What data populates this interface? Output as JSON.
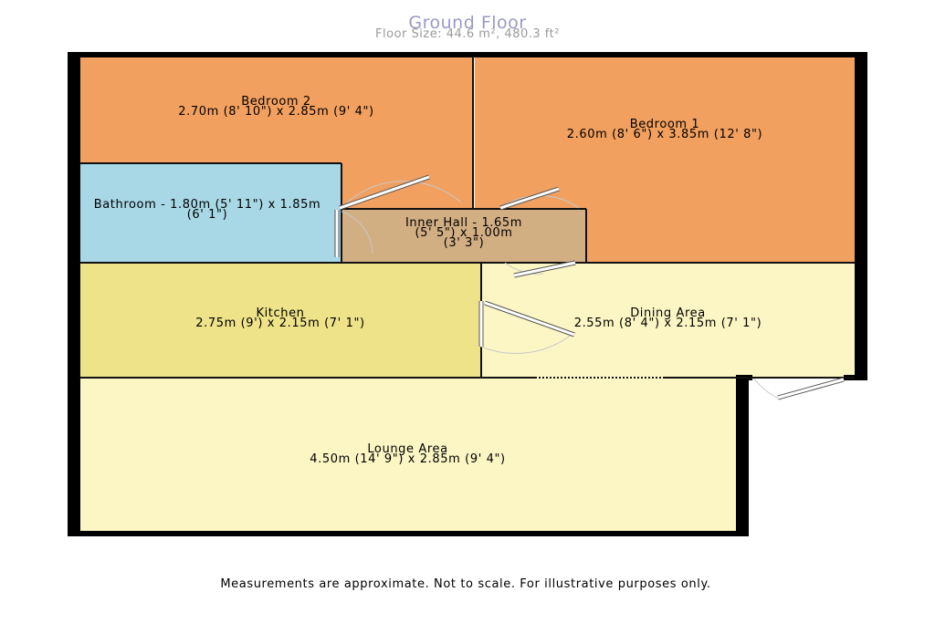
{
  "plan": {
    "title": "Ground Floor",
    "floor_size": "Floor Size: 44.6 m², 480.3 ft²",
    "disclaimer": "Measurements are approximate. Not to scale. For illustrative purposes only."
  },
  "rooms": {
    "bedroom2": {
      "name": "Bedroom 2",
      "dims": "2.70m (8' 10\") x 2.85m (9' 4\")",
      "color": "#f2a05f"
    },
    "bedroom1": {
      "name": "Bedroom 1",
      "dims": "2.60m (8' 6\") x 3.85m (12' 8\")",
      "color": "#f2a05f"
    },
    "bathroom": {
      "text": "Bathroom - 1.80m (5' 11\") x 1.85m (6' 1\")",
      "color": "#a8d8e6"
    },
    "inner_hall": {
      "name": "Inner Hall - 1.65m",
      "dims_line1": "(5' 5\") x 1.00m",
      "dims_line2": "(3' 3\")",
      "color": "#d2ae83"
    },
    "kitchen": {
      "name": "Kitchen",
      "dims": "2.75m (9') x 2.15m (7' 1\")",
      "color": "#eee389"
    },
    "dining": {
      "name": "Dining Area",
      "dims": "2.55m (8' 4\") x 2.15m (7' 1\")",
      "color": "#fcf6c4"
    },
    "lounge": {
      "name": "Lounge Area",
      "dims": "4.50m (14' 9\") x 2.85m (9' 4\")",
      "color": "#fcf6c4"
    }
  },
  "colors": {
    "wall": "#000000",
    "door_arc": "#c8c8c8"
  }
}
